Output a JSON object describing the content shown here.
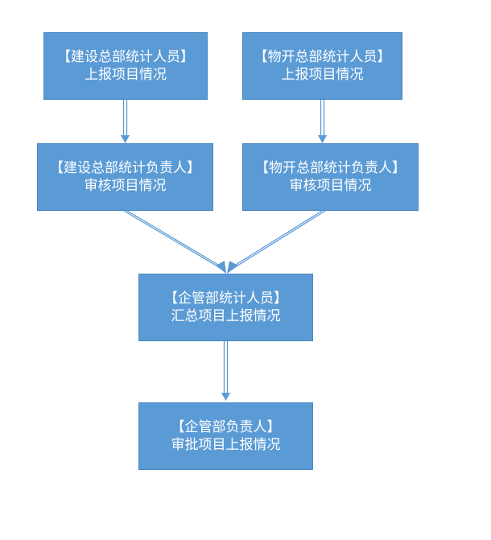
{
  "nodes": [
    {
      "id": "b1",
      "role": "【建设总部统计人员】",
      "task": "上报项目情况"
    },
    {
      "id": "b2",
      "role": "【物开总部统计人员】",
      "task": "上报项目情况"
    },
    {
      "id": "b3",
      "role": "【建设总部统计负责人】",
      "task": "审核项目情况"
    },
    {
      "id": "b4",
      "role": "【物开总部统计负责人】",
      "task": "审核项目情况"
    },
    {
      "id": "b5",
      "role": "【企管部统计人员】",
      "task": "汇总项目上报情况"
    },
    {
      "id": "b6",
      "role": "【企管部负责人】",
      "task": "审批项目上报情况"
    }
  ],
  "edges": [
    {
      "from": "b1",
      "to": "b3"
    },
    {
      "from": "b2",
      "to": "b4"
    },
    {
      "from": "b3",
      "to": "b5"
    },
    {
      "from": "b4",
      "to": "b5"
    },
    {
      "from": "b5",
      "to": "b6"
    }
  ],
  "colors": {
    "box_fill": "#5b9bd5",
    "arrow": "#5b9bd5",
    "text": "#ffffff"
  }
}
